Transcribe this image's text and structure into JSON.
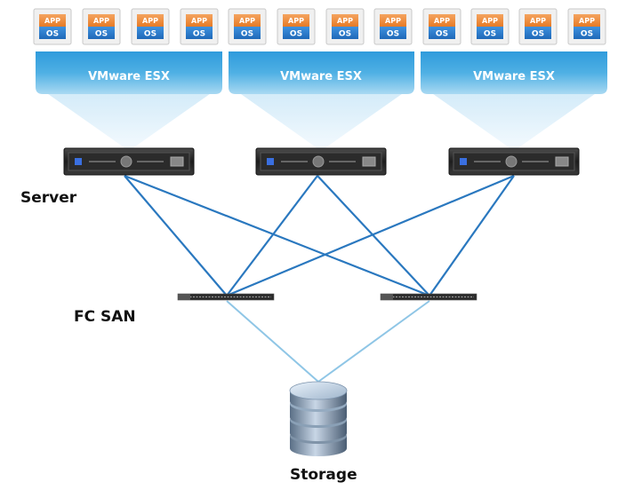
{
  "vms": [
    {
      "app": "APP",
      "os": "OS"
    },
    {
      "app": "APP",
      "os": "OS"
    },
    {
      "app": "APP",
      "os": "OS"
    },
    {
      "app": "APP",
      "os": "OS"
    },
    {
      "app": "APP",
      "os": "OS"
    },
    {
      "app": "APP",
      "os": "OS"
    },
    {
      "app": "APP",
      "os": "OS"
    },
    {
      "app": "APP",
      "os": "OS"
    },
    {
      "app": "APP",
      "os": "OS"
    },
    {
      "app": "APP",
      "os": "OS"
    },
    {
      "app": "APP",
      "os": "OS"
    },
    {
      "app": "APP",
      "os": "OS"
    }
  ],
  "hypervisors": [
    {
      "label": "VMware ESX"
    },
    {
      "label": "VMware ESX"
    },
    {
      "label": "VMware ESX"
    }
  ],
  "labels": {
    "server": "Server",
    "fc_san": "FC SAN",
    "storage": "Storage"
  },
  "colors": {
    "app_orange": "#ef8a3a",
    "os_blue": "#2f7fd0",
    "esx_blue": "#4fb0e4",
    "link_blue": "#2a78bf",
    "storage_link": "#8fc6e6"
  }
}
